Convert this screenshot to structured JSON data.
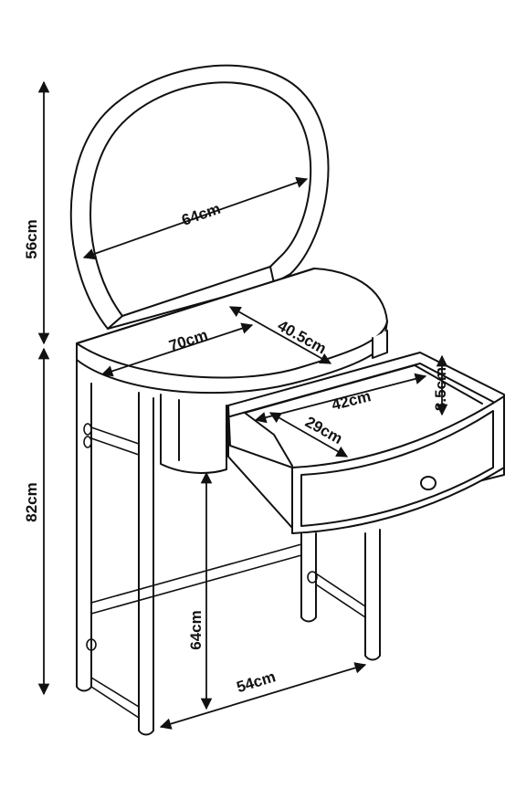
{
  "dimensions": {
    "mirror_height": "56cm",
    "table_height": "82cm",
    "mirror_width": "64cm",
    "table_width": "70cm",
    "table_depth": "40.5cm",
    "drawer_width": "42cm",
    "drawer_depth": "29cm",
    "drawer_height": "8.5cm",
    "knee_height": "64cm",
    "leg_span": "54cm"
  }
}
